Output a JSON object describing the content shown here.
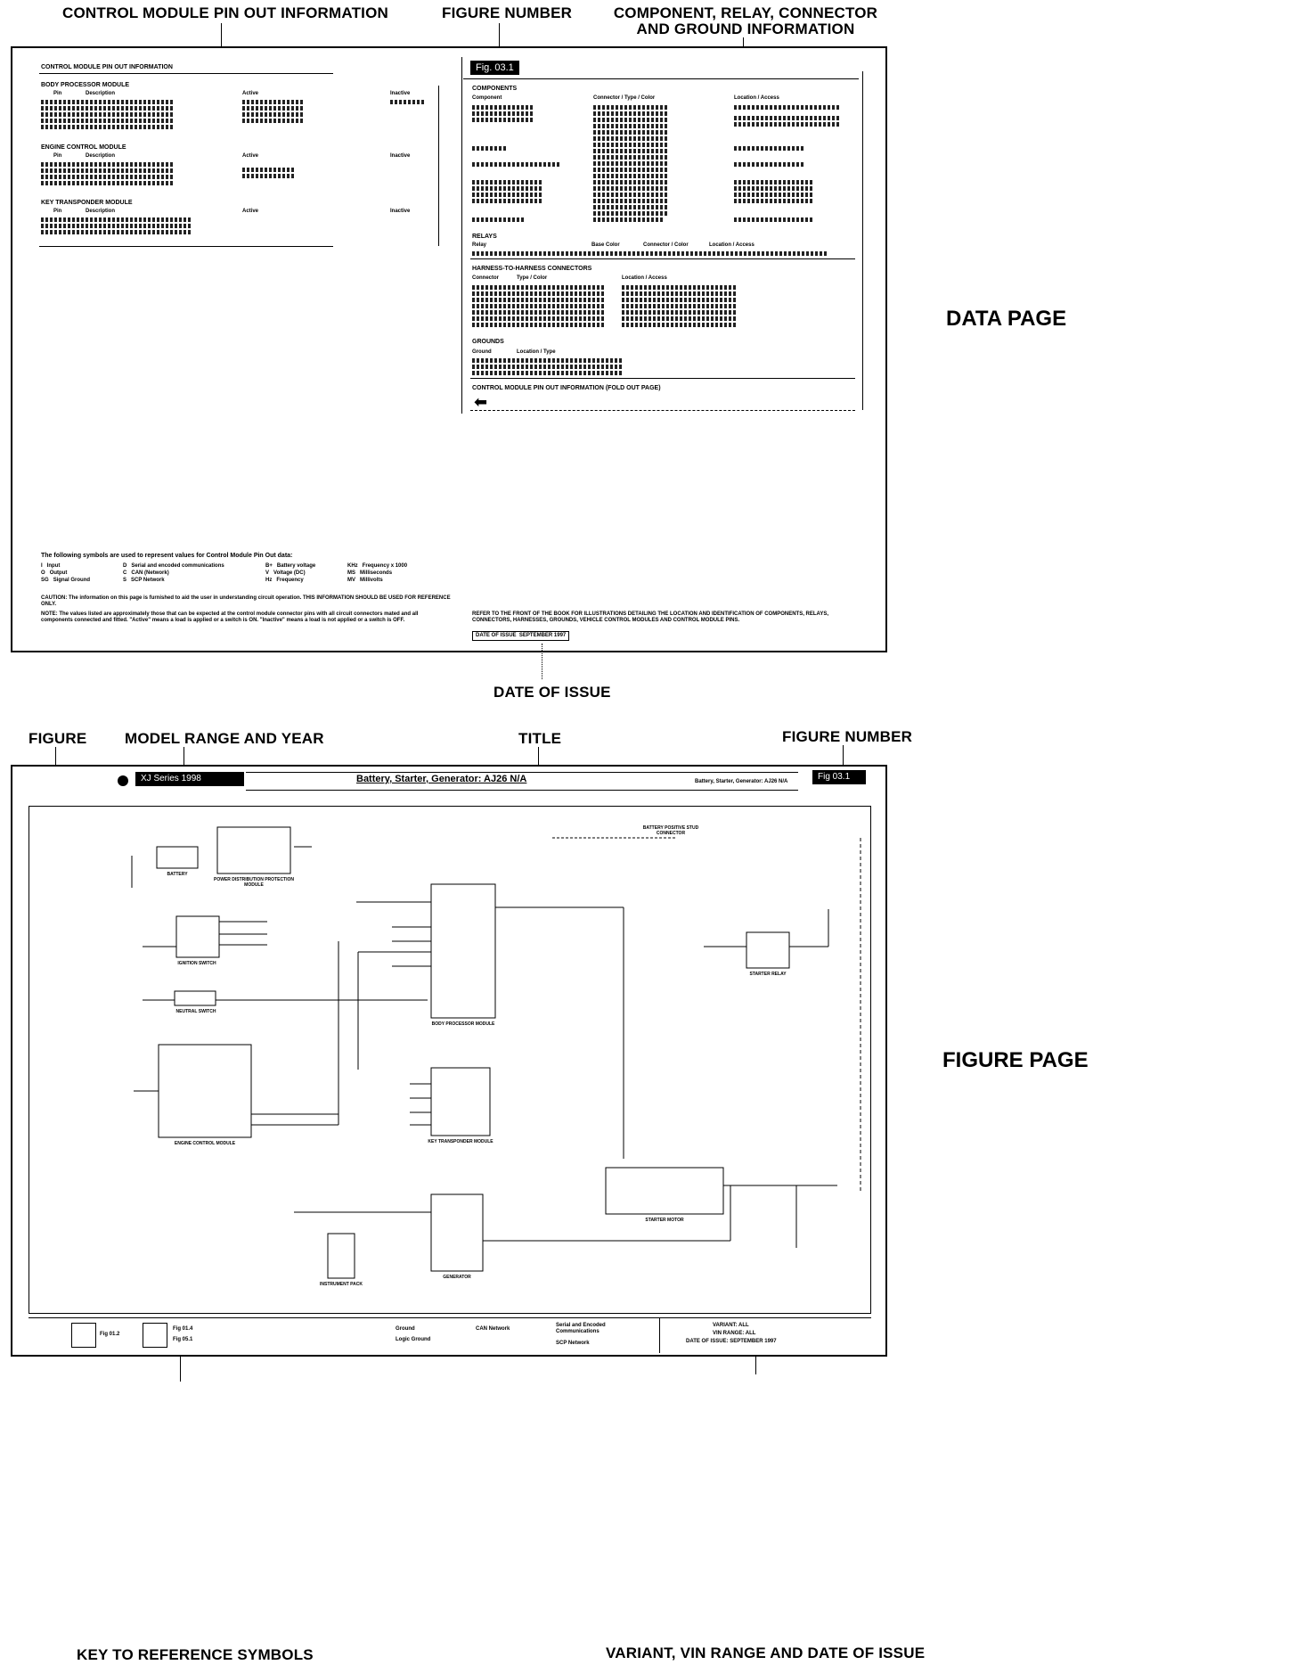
{
  "callouts": {
    "control_module": "CONTROL MODULE PIN OUT INFORMATION",
    "figure_number_top": "FIGURE NUMBER",
    "component_info": "COMPONENT, RELAY, CONNECTOR AND GROUND INFORMATION",
    "date_of_issue": "DATE OF ISSUE",
    "figure": "FIGURE",
    "model_range": "MODEL RANGE AND YEAR",
    "title": "TITLE",
    "figure_number_bottom": "FIGURE NUMBER",
    "key_symbols": "KEY TO REFERENCE SYMBOLS",
    "variant": "VARIANT, VIN RANGE AND DATE OF ISSUE"
  },
  "side_labels": {
    "data_page": "DATA PAGE",
    "figure_page": "FIGURE PAGE"
  },
  "data_page": {
    "pinout_heading": "CONTROL MODULE PIN OUT INFORMATION",
    "modules": [
      {
        "name": "BODY PROCESSOR MODULE",
        "cols": [
          "Pin",
          "Description",
          "Active",
          "Inactive"
        ]
      },
      {
        "name": "ENGINE CONTROL MODULE",
        "cols": [
          "Pin",
          "Description",
          "Active",
          "Inactive"
        ]
      },
      {
        "name": "KEY TRANSPONDER MODULE",
        "cols": [
          "Pin",
          "Description",
          "Active",
          "Inactive"
        ]
      }
    ],
    "fig_badge": "Fig. 03.1",
    "components_heading": "COMPONENTS",
    "components_cols": [
      "Component",
      "Connector / Type / Color",
      "Location / Access"
    ],
    "relays_heading": "RELAYS",
    "relays_cols": [
      "Relay",
      "Base Color",
      "Connector / Color",
      "Location / Access"
    ],
    "harness_heading": "HARNESS-TO-HARNESS CONNECTORS",
    "harness_cols": [
      "Connector",
      "Type / Color",
      "Location / Access"
    ],
    "grounds_heading": "GROUNDS",
    "grounds_cols": [
      "Ground",
      "Location / Type"
    ],
    "foldout_text": "CONTROL MODULE PIN OUT INFORMATION (FOLD OUT PAGE)",
    "symbols_intro": "The following symbols are used to represent values for Control Module Pin Out data:",
    "symbols": [
      [
        "I",
        "Input"
      ],
      [
        "O",
        "Output"
      ],
      [
        "SG",
        "Signal Ground"
      ],
      [
        "D",
        "Serial and encoded communications"
      ],
      [
        "C",
        "CAN (Network)"
      ],
      [
        "S",
        "SCP Network"
      ],
      [
        "B+",
        "Battery voltage"
      ],
      [
        "V",
        "Voltage (DC)"
      ],
      [
        "Hz",
        "Frequency"
      ],
      [
        "KHz",
        "Frequency x 1000"
      ],
      [
        "MS",
        "Milliseconds"
      ],
      [
        "MV",
        "Millivolts"
      ]
    ],
    "caution": "CAUTION: The information on this page is furnished to aid the user in understanding circuit operation. THIS INFORMATION SHOULD BE USED FOR REFERENCE ONLY.",
    "note": "NOTE: The values listed are approximately those that can be expected at the control module connector pins with all circuit connectors mated and all components connected and fitted. \"Active\" means a load is applied or a switch is ON. \"Inactive\" means a load is not applied or a switch is OFF.",
    "refer": "REFER TO THE FRONT OF THE BOOK FOR ILLUSTRATIONS DETAILING THE LOCATION AND IDENTIFICATION OF COMPONENTS, RELAYS, CONNECTORS, HARNESSES, GROUNDS, VEHICLE CONTROL MODULES AND CONTROL MODULE PINS.",
    "date_label": "DATE OF ISSUE",
    "date_value": "SEPTEMBER 1997"
  },
  "figure_page": {
    "model_range": "XJ Series 1998",
    "title": "Battery, Starter, Generator: AJ26 N/A",
    "title_small": "Battery, Starter, Generator: AJ26 N/A",
    "fig_badge": "Fig 03.1",
    "components": [
      "BATTERY",
      "POWER DISTRIBUTION PROTECTION MODULE",
      "IGNITION SWITCH",
      "NEUTRAL SWITCH",
      "BODY PROCESSOR MODULE",
      "ENGINE CONTROL MODULE",
      "KEY TRANSPONDER MODULE",
      "STARTER RELAY",
      "STARTER MOTOR",
      "GENERATOR",
      "INSTRUMENT PACK",
      "BATTERY POSITIVE STUD CONNECTOR"
    ],
    "key_text": [
      "Fig 01.2",
      "Fig 01.4",
      "Fig 05.1",
      "Ground",
      "Logic Ground",
      "CAN Network",
      "Serial and Encoded Communications",
      "SCP Network"
    ],
    "variant_lines": [
      "VARIANT: ALL",
      "VIN RANGE: ALL",
      "DATE OF ISSUE: SEPTEMBER 1997"
    ]
  }
}
